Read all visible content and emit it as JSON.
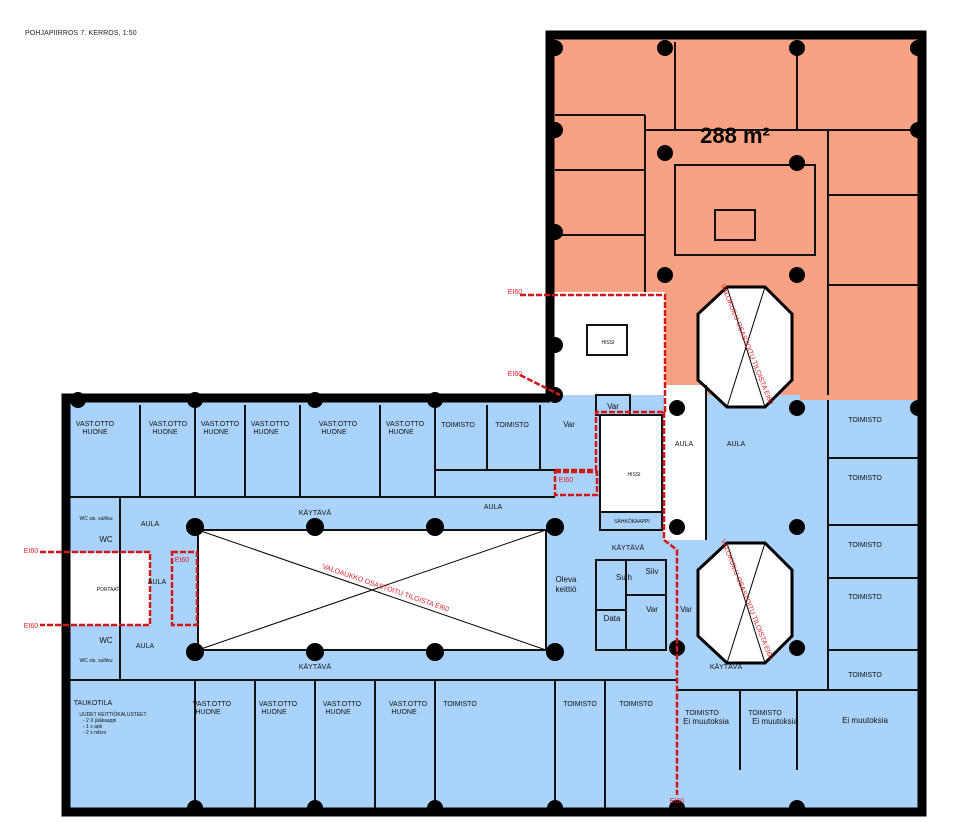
{
  "title": "POHJAPIIRROS 7. KERROS, 1:50",
  "colors": {
    "rented_area": "#f9a183",
    "existing_area": "#aad3fb",
    "fire_line": "#e0202a",
    "walls": "#000000"
  },
  "area_label": "288 m²",
  "fire_rating": "EI60",
  "shaft_note": "VALOKUILU OSASTOITU TILOISTA EI60",
  "atrium_note": "VALOAUKKO OSASTOITU TILOISTA EI60",
  "rooms": {
    "vastotto": [
      "VAST.OTTO",
      "HUONE"
    ],
    "toimisto": "TOIMISTO",
    "var": "Var",
    "aula": "AULA",
    "kaytava": "KÄYTÄVÄ",
    "wc": "WC",
    "wc_note": "WC sis. suihku",
    "portaat": "PORTAAT",
    "hissi": "HISSI",
    "sahkokaappi": "SÄHKÖKAAPPI",
    "oleva_keittio": [
      "Oleva",
      "keittiö"
    ],
    "suih": "Suih",
    "siiv": "Siiv",
    "data": "Data",
    "ei_muutoksia": "Ei muutoksia",
    "taukotila": "TAUKOTILA",
    "kitchen_notes": [
      "UUDET KEITTIÖKALUSTEET",
      "- 2 X jääkaappi",
      "- 1 x apk",
      "- 2 x mikro"
    ]
  }
}
